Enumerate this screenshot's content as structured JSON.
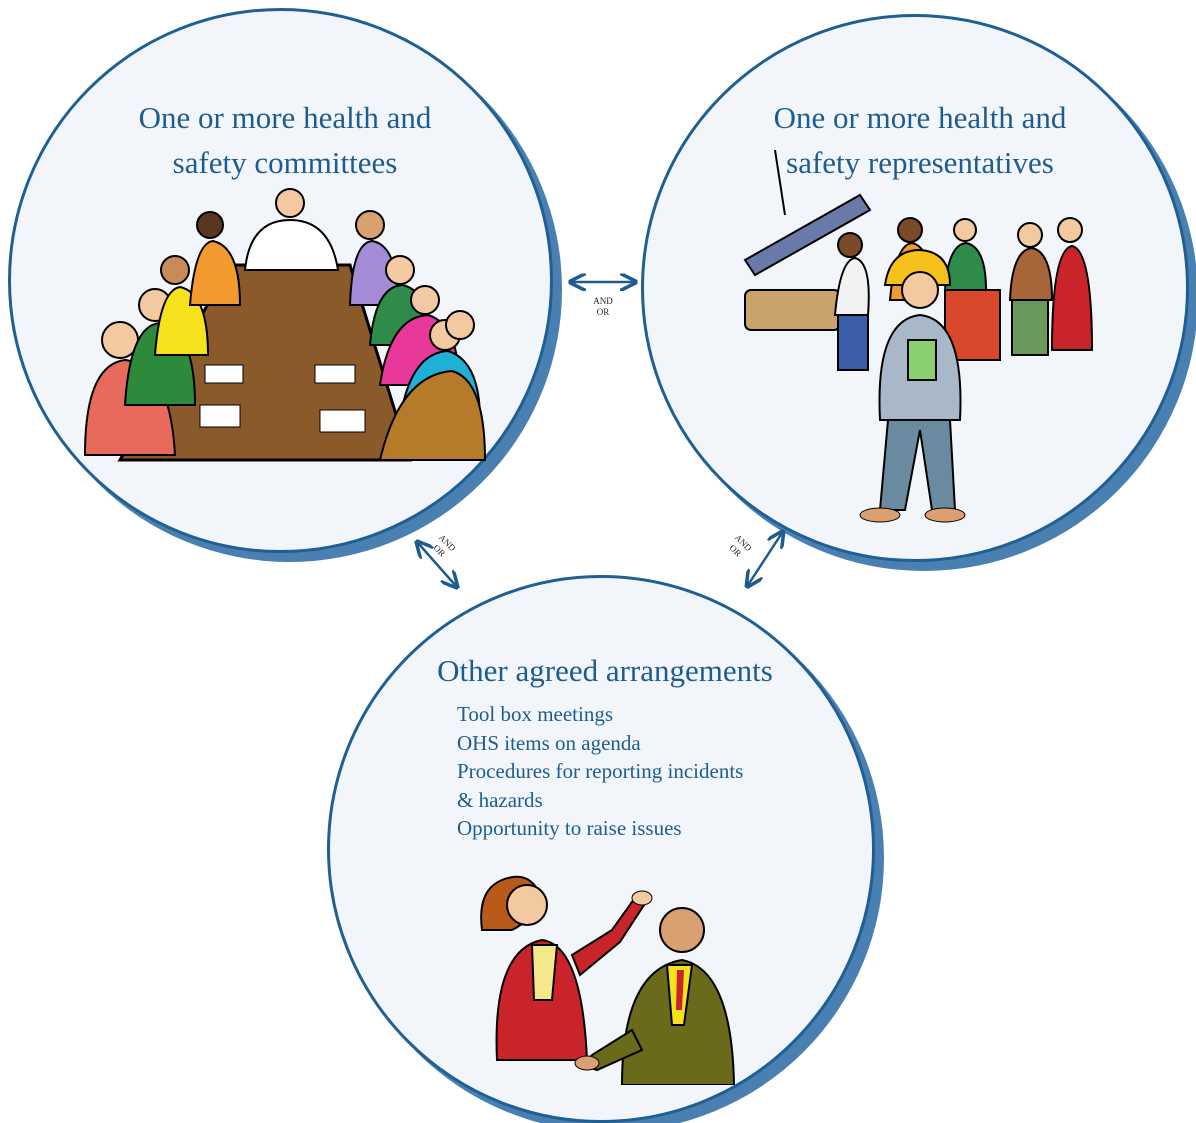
{
  "circles": {
    "left": {
      "title": "One or more health and safety committees",
      "illustration": "meeting-table-icon"
    },
    "right": {
      "title": "One or more health and safety representatives",
      "illustration": "construction-workers-icon"
    },
    "bottom": {
      "title": "Other agreed arrangements",
      "illustration": "two-people-talking-icon",
      "items": [
        "Tool box meetings",
        "OHS items on agenda",
        "Procedures for reporting incidents",
        "& hazards",
        "Opportunity to raise issues"
      ]
    }
  },
  "connectors": {
    "top": {
      "and": "AND",
      "or": "OR"
    },
    "left": {
      "and": "AND",
      "or": "OR"
    },
    "right": {
      "and": "AND",
      "or": "OR"
    }
  },
  "colors": {
    "text": "#1e5c90",
    "border": "#1f5f94",
    "shadow": "#4a7fb2",
    "fill": "#f2f6fb"
  }
}
